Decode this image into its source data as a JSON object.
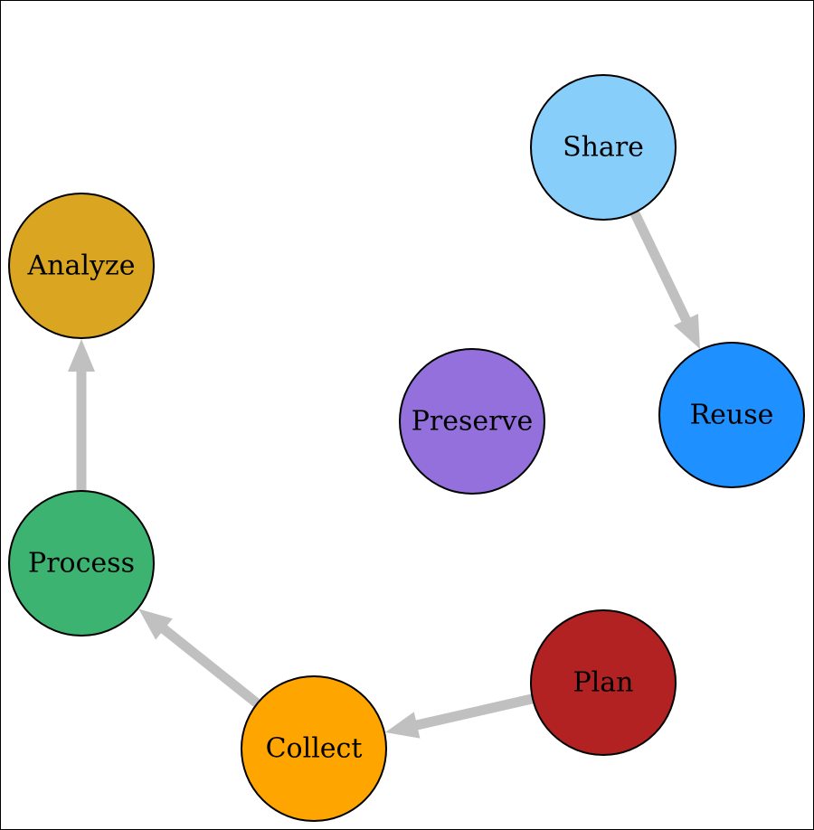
{
  "diagram": {
    "nodes": [
      {
        "id": "share",
        "label": "Share",
        "color": "#87CEFA"
      },
      {
        "id": "analyze",
        "label": "Analyze",
        "color": "#DAA520"
      },
      {
        "id": "preserve",
        "label": "Preserve",
        "color": "#9370DB"
      },
      {
        "id": "reuse",
        "label": "Reuse",
        "color": "#1E90FF"
      },
      {
        "id": "process",
        "label": "Process",
        "color": "#3CB371"
      },
      {
        "id": "plan",
        "label": "Plan",
        "color": "#B22222"
      },
      {
        "id": "collect",
        "label": "Collect",
        "color": "#FFA500"
      }
    ],
    "edges": [
      {
        "from": "share",
        "to": "reuse"
      },
      {
        "from": "process",
        "to": "analyze"
      },
      {
        "from": "collect",
        "to": "process"
      },
      {
        "from": "plan",
        "to": "collect"
      }
    ],
    "edge_color": "#C0C0C0"
  }
}
